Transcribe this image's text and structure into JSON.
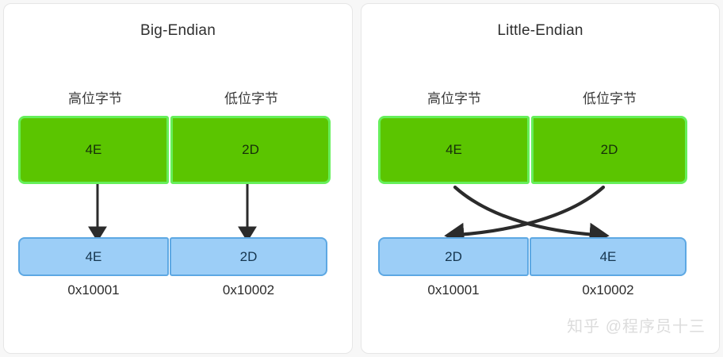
{
  "diagram": {
    "title_visible": false,
    "panels": [
      {
        "id": "big-endian",
        "title": "Big-Endian",
        "byte_labels": [
          "高位字节",
          "低位字节"
        ],
        "word_cells": [
          "4E",
          "2D"
        ],
        "memory_cells": [
          "4E",
          "2D"
        ],
        "addresses": [
          "0x10001",
          "0x10002"
        ],
        "arrow_style": "straight-down"
      },
      {
        "id": "little-endian",
        "title": "Little-Endian",
        "byte_labels": [
          "高位字节",
          "低位字节"
        ],
        "word_cells": [
          "4E",
          "2D"
        ],
        "memory_cells": [
          "2D",
          "4E"
        ],
        "addresses": [
          "0x10001",
          "0x10002"
        ],
        "arrow_style": "crossed-curves"
      }
    ]
  },
  "colors": {
    "word_fill": "#5bc500",
    "word_border": "#66ef5a",
    "word_text": "#17300a",
    "memory_fill": "#9ccef7",
    "memory_border": "#5da8e3",
    "memory_text": "#16364f",
    "panel_bg": "#ffffff",
    "page_bg": "#f7f7f7",
    "arrow": "#2b2b2b",
    "watermark": "#dcdcdc"
  },
  "watermark": {
    "text": "知乎 @程序员十三"
  }
}
